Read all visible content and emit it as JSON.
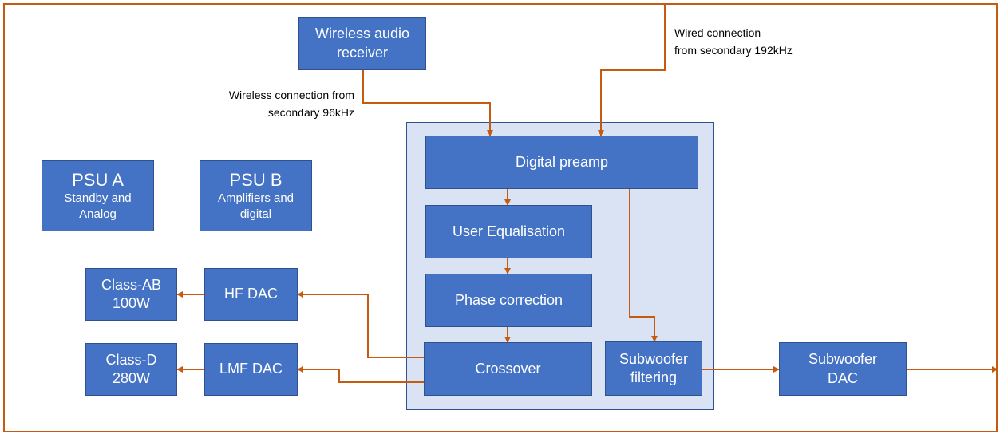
{
  "blocks": {
    "wireless_receiver": {
      "line1": "Wireless audio",
      "line2": "receiver"
    },
    "psu_a": {
      "title": "PSU A",
      "line1": "Standby and",
      "line2": "Analog"
    },
    "psu_b": {
      "title": "PSU B",
      "line1": "Amplifiers and",
      "line2": "digital"
    },
    "digital_preamp": "Digital preamp",
    "user_eq": "User Equalisation",
    "phase_correction": "Phase correction",
    "crossover": "Crossover",
    "sub_filtering": {
      "line1": "Subwoofer",
      "line2": "filtering"
    },
    "sub_dac": {
      "line1": "Subwoofer",
      "line2": "DAC"
    },
    "hf_dac": "HF DAC",
    "lmf_dac": "LMF DAC",
    "class_ab": {
      "line1": "Class-AB",
      "line2": "100W"
    },
    "class_d": {
      "line1": "Class-D",
      "line2": "280W"
    }
  },
  "labels": {
    "wireless": {
      "line1": "Wireless connection from",
      "line2": "secondary 96kHz"
    },
    "wired": {
      "line1": "Wired connection",
      "line2": "from secondary 192kHz"
    }
  },
  "colors": {
    "block_fill": "#4472c4",
    "block_border": "#2f528f",
    "group_fill": "#dae3f3",
    "wire": "#c55a11"
  }
}
